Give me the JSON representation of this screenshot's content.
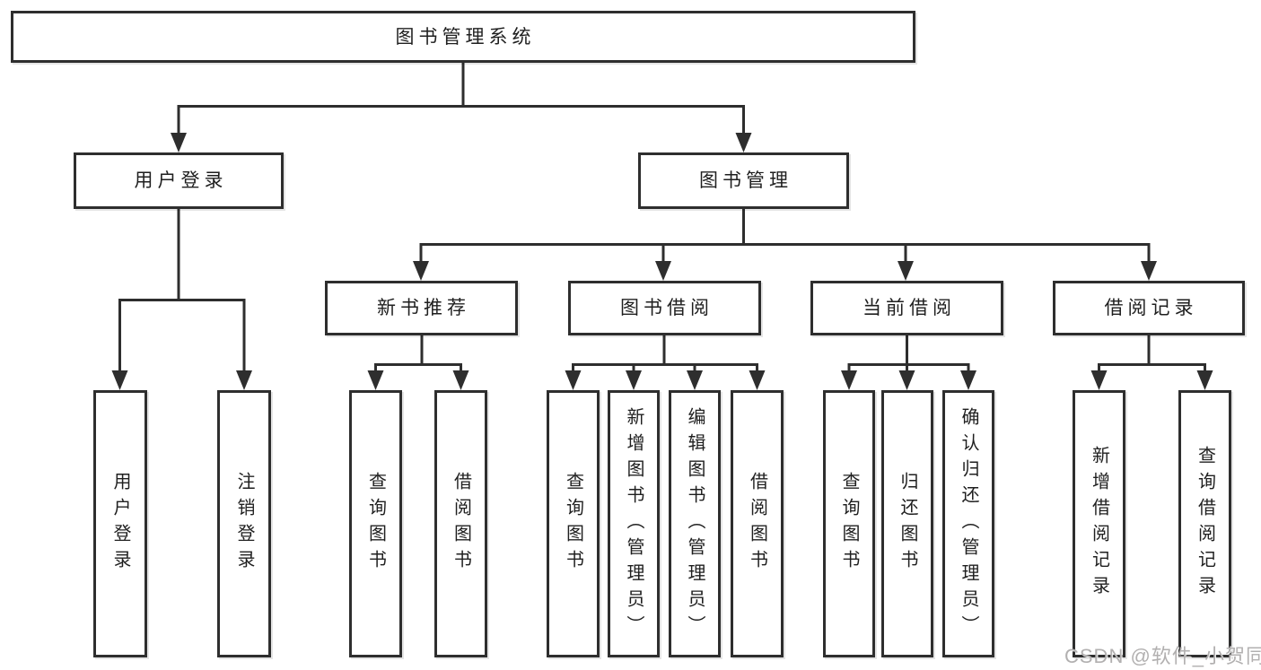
{
  "tree": {
    "root": "图书管理系统",
    "branches": [
      {
        "label": "用户登录",
        "children": [
          {
            "label": "用户登录"
          },
          {
            "label": "注销登录"
          }
        ]
      },
      {
        "label": "图书管理",
        "children": [
          {
            "label": "新书推荐",
            "children": [
              {
                "label": "查询图书"
              },
              {
                "label": "借阅图书"
              }
            ]
          },
          {
            "label": "图书借阅",
            "children": [
              {
                "label": "查询图书"
              },
              {
                "label": "新增图书（管理员）"
              },
              {
                "label": "编辑图书（管理员）"
              },
              {
                "label": "借阅图书"
              }
            ]
          },
          {
            "label": "当前借阅",
            "children": [
              {
                "label": "查询图书"
              },
              {
                "label": "归还图书"
              },
              {
                "label": "确认归还（管理员）"
              }
            ]
          },
          {
            "label": "借阅记录",
            "children": [
              {
                "label": "新增借阅记录"
              },
              {
                "label": "查询借阅记录"
              }
            ]
          }
        ]
      }
    ]
  },
  "watermark": {
    "text": "CSDN @软件_小贺同学"
  },
  "colors": {
    "line": "#2e2e2e",
    "text": "#1f1f1f",
    "background": "#ffffff",
    "watermark": "#b2b0b0"
  }
}
